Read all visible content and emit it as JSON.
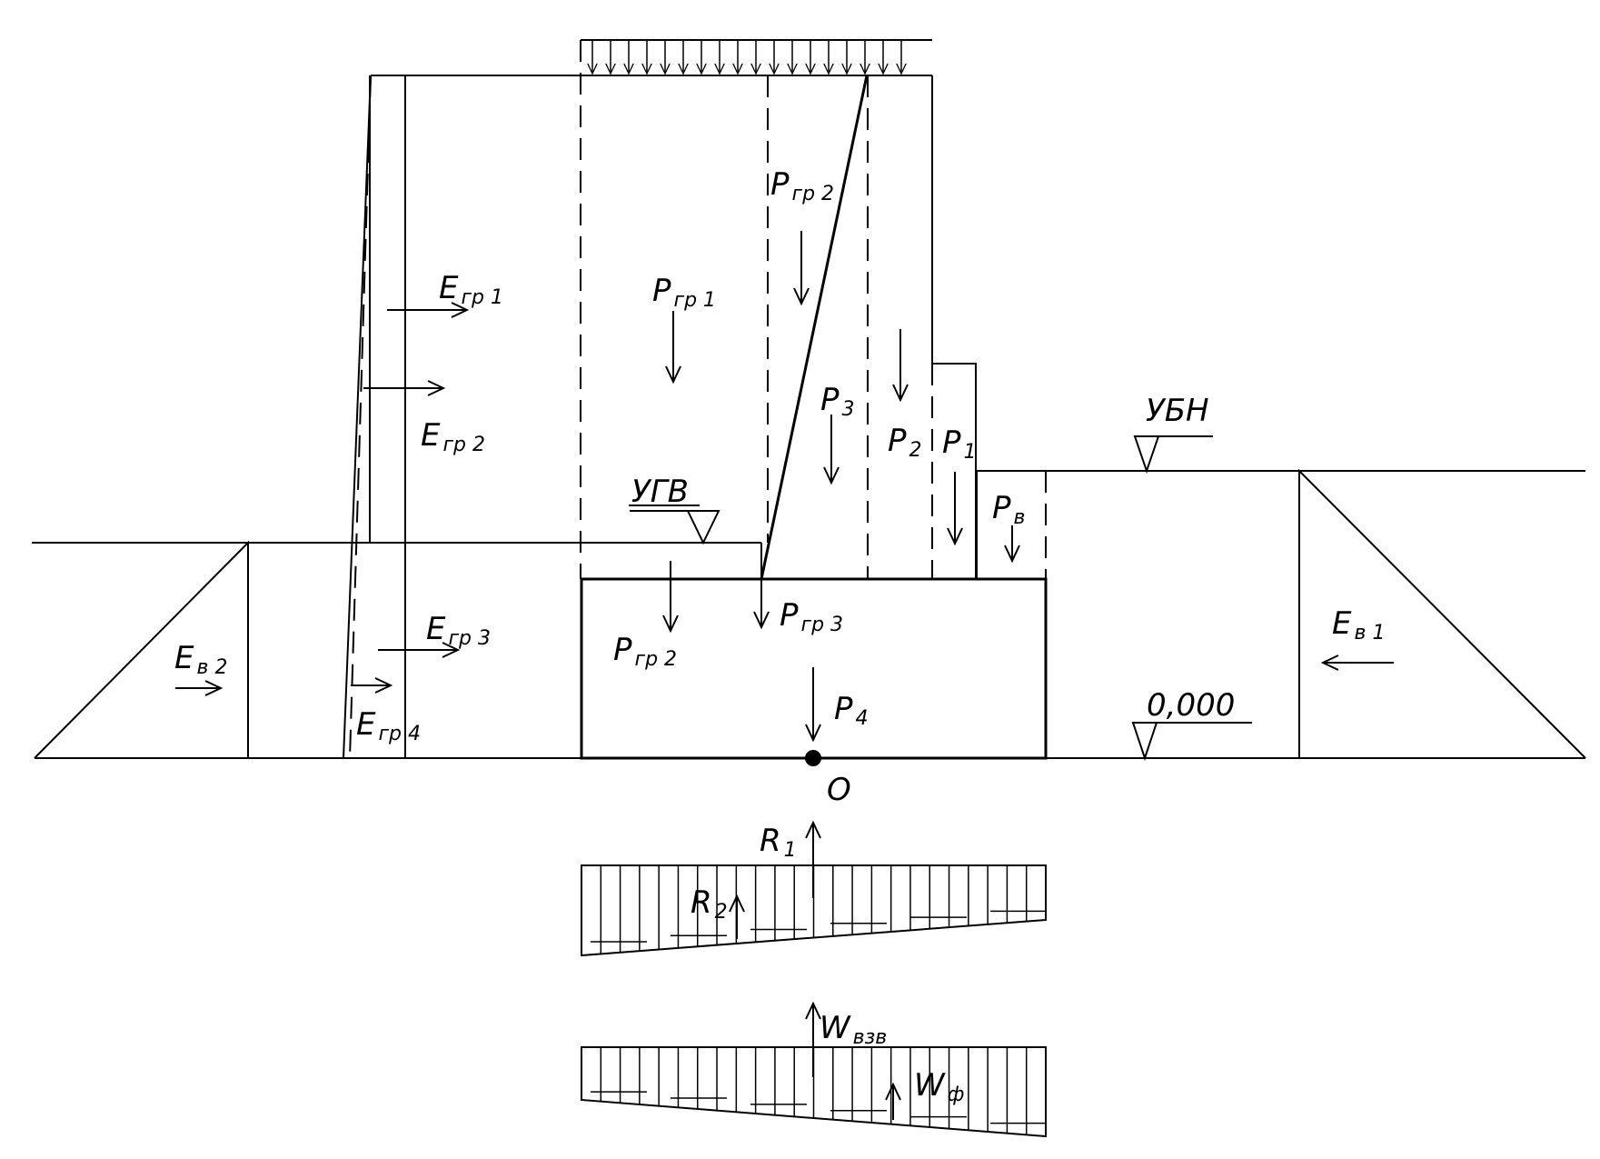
{
  "labels": {
    "e_gr1": {
      "main": "E",
      "sub": "гр 1"
    },
    "e_gr2": {
      "main": "E",
      "sub": "гр 2"
    },
    "e_gr3": {
      "main": "E",
      "sub": "гр 3"
    },
    "e_gr4": {
      "main": "E",
      "sub": "гр 4"
    },
    "e_v1": {
      "main": "E",
      "sub": "в 1"
    },
    "e_v2": {
      "main": "E",
      "sub": "в 2"
    },
    "p_gr1": {
      "main": "P",
      "sub": "гр 1"
    },
    "p_gr2_top": {
      "main": "P",
      "sub": "гр 2"
    },
    "p_gr2_bottom": {
      "main": "P",
      "sub": "гр 2"
    },
    "p_gr3": {
      "main": "P",
      "sub": "гр 3"
    },
    "p1": {
      "main": "P",
      "sub": "1"
    },
    "p2": {
      "main": "P",
      "sub": "2"
    },
    "p3": {
      "main": "P",
      "sub": "3"
    },
    "p4": {
      "main": "P",
      "sub": "4"
    },
    "p_v": {
      "main": "P",
      "sub": "в"
    },
    "r1": {
      "main": "R",
      "sub": "1"
    },
    "r2": {
      "main": "R",
      "sub": "2"
    },
    "w_vzv": {
      "main": "W",
      "sub": "взв"
    },
    "w_f": {
      "main": "W",
      "sub": "ф"
    },
    "ugv": "УГВ",
    "ubn": "УБН",
    "zero": "0,000",
    "origin": "O"
  }
}
